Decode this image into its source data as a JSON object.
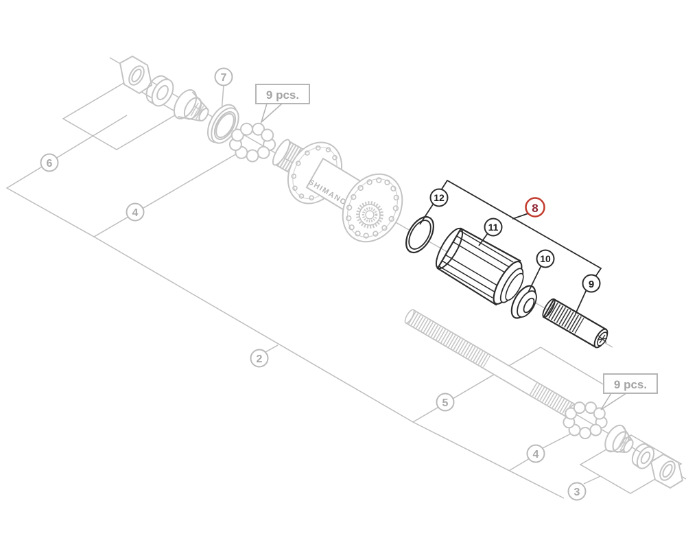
{
  "diagram": {
    "brand_text": "SHIMANO",
    "quantity_labels": [
      {
        "text": "9 pcs."
      },
      {
        "text": "9 pcs."
      }
    ],
    "callouts": [
      {
        "number": "6",
        "style": "muted"
      },
      {
        "number": "4",
        "style": "muted"
      },
      {
        "number": "7",
        "style": "muted"
      },
      {
        "number": "2",
        "style": "muted"
      },
      {
        "number": "5",
        "style": "muted"
      },
      {
        "number": "4",
        "style": "muted"
      },
      {
        "number": "3",
        "style": "muted"
      },
      {
        "number": "12",
        "style": "dark"
      },
      {
        "number": "11",
        "style": "dark"
      },
      {
        "number": "8",
        "style": "highlight"
      },
      {
        "number": "10",
        "style": "dark"
      },
      {
        "number": "9",
        "style": "dark"
      }
    ],
    "colors": {
      "background": "#ffffff",
      "muted_line": "#bdbdbd",
      "muted_text": "#a8a8a8",
      "dark_line": "#2b2b2b",
      "highlight_ring": "#c23b2e",
      "highlight_text": "#8e1f2e"
    }
  }
}
